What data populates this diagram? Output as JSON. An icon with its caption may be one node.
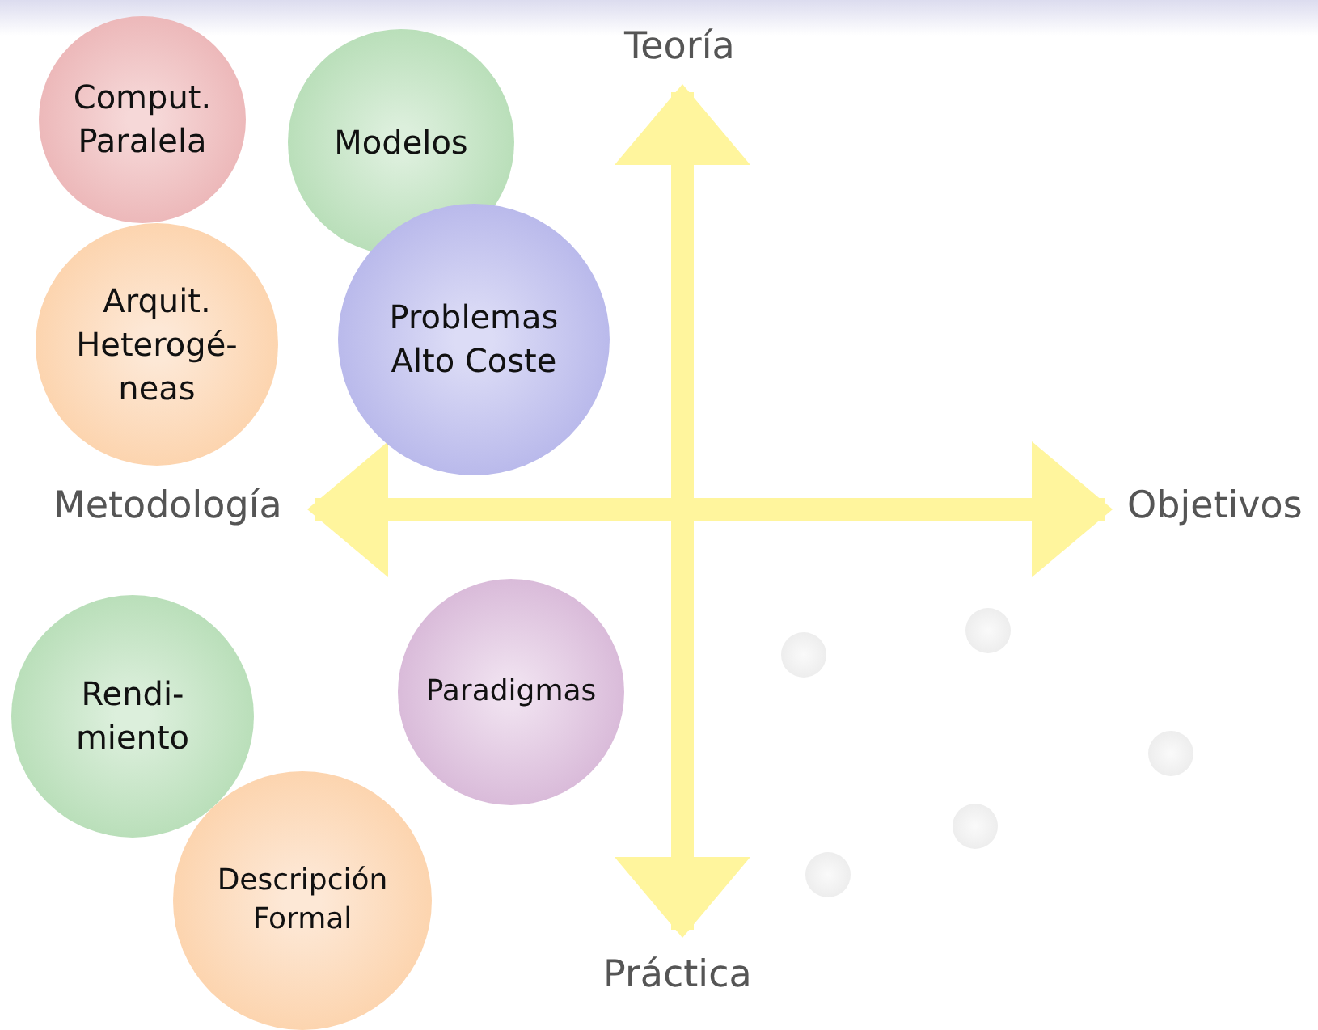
{
  "diagram": {
    "nodes": [
      {
        "text": [
          "Teoría"
        ]
      },
      {
        "text": [
          "Práctica"
        ]
      },
      {
        "text": [
          "Metodología"
        ]
      },
      {
        "text": [
          "Objetivos"
        ]
      },
      {
        "text": [
          "Comput. Paralela"
        ]
      },
      {
        "text": [
          "Modelos"
        ]
      },
      {
        "text": [
          "Arquit. Heterogé- neas"
        ]
      },
      {
        "text": [
          "Problemas Alto Coste"
        ]
      },
      {
        "text": [
          "Rendi- miento"
        ]
      },
      {
        "text": [
          "Paradigmas"
        ]
      },
      {
        "text": [
          "Descripción Formal"
        ]
      },
      {
        "text": [],
        "shape": "circle"
      },
      {
        "text": [],
        "shape": "circle"
      },
      {
        "text": [],
        "shape": "circle"
      },
      {
        "text": [],
        "shape": "circle"
      },
      {
        "text": [],
        "shape": "circle"
      }
    ],
    "edges": [
      {
        "from": 2,
        "to": 3,
        "arrow": "both"
      },
      {
        "from": 0,
        "to": 1,
        "arrow": "both"
      }
    ]
  }
}
